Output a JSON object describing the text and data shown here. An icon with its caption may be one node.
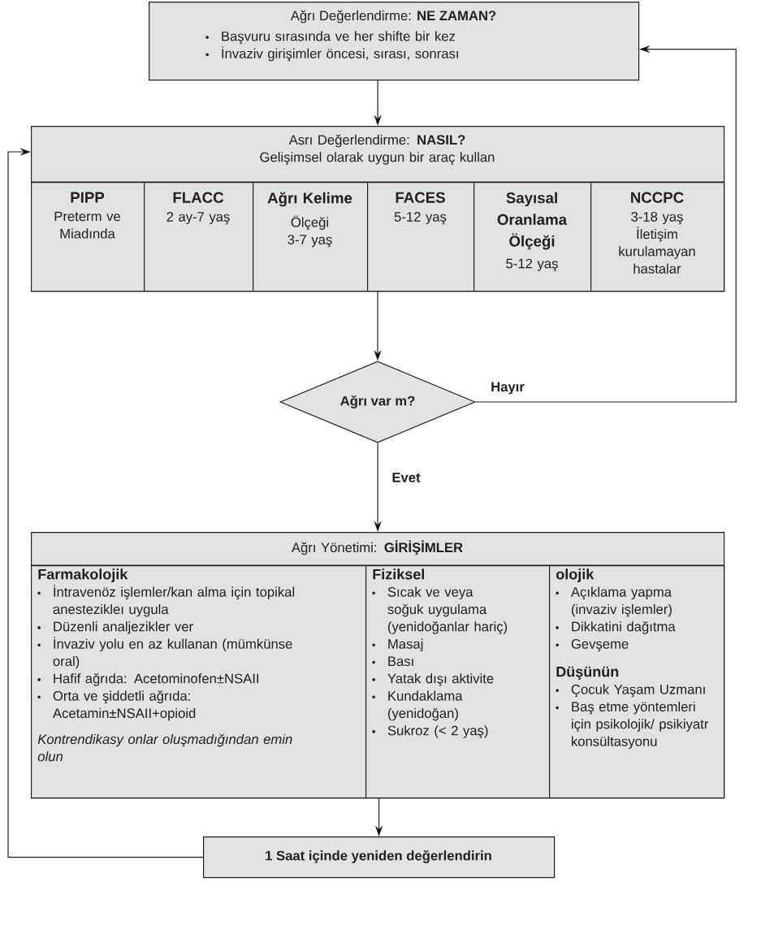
{
  "diagram": {
    "nodes": [
      {
        "text": [
          "Ağrı Değerlendirme: **NE ZAMAN?**",
          "Başvuru sırasında ve her shifte bir kez",
          "İnvaziv girişimler öncesi, sırası, sonrası"
        ]
      },
      {
        "text": [
          "Asrı Değerlendirme: **NASIL?**",
          "Gelişimsel olarak uygun bir araç kullan"
        ]
      },
      {
        "text": [
          "PIPP",
          "Preterm ve Miadında"
        ],
        "in": 1
      },
      {
        "text": [
          "FLACC",
          "2 ay-7 yaş"
        ],
        "in": 1
      },
      {
        "text": [
          "Ağrı Kelime",
          "Ölçeği 3-7 yaş"
        ],
        "in": 1
      },
      {
        "text": [
          "FACES",
          "5-12 yaş"
        ],
        "in": 1
      },
      {
        "text": [
          "Sayısal Oranlama Ölçeği",
          "5-12 yaş"
        ],
        "in": 1
      },
      {
        "text": [
          "NCCPC",
          "3-18 yaş İletişim kurulamayan hastalar"
        ],
        "in": 1
      },
      {
        "text": [
          "Ağrı var m?"
        ]
      },
      {
        "text": [
          "Ağrı Yönetimi: **GİRİŞİMLER**"
        ]
      },
      {
        "text": [
          "Farmakolojik",
          "İntravenöz işlemler/kan alma için topikal anestezikleı uygula",
          "Düzenli analjezikler ver",
          "İnvaziv yolu en az kullanan (mümkünse oral)",
          "Hafif ağrıda: Acetominofen±NSAII",
          "Orta ve şiddetli ağrıda: Acetamin±NSAII+opioid",
          "Kontrendikasy onlar oluşmadığından emin olun"
        ],
        "in": 9
      },
      {
        "text": [
          "Fiziksel",
          "Sıcak ve veya soğuk uygulama (yenidoğanlar hariç)",
          "Masaj",
          "Bası",
          "Yatak dışı aktivite",
          "Kundaklama (yenidoğan)",
          "Sukroz (< 2 yaş)"
        ],
        "in": 9
      },
      {
        "text": [
          "olojik",
          "Açıklama yapma (invaziv işlemler)",
          "Dikkatini dağıtma",
          "Gevşeme",
          "Düşünün",
          "Çocuk Yaşam Uzmanı",
          "Baş etme yöntemleri için psikolojik/ psikiyatr konsültasyonu"
        ],
        "in": 9
      },
      {
        "text": [
          "1 Saat içinde yeniden değerlendirin"
        ]
      }
    ],
    "edges": [
      {
        "from": 0,
        "to": 1,
        "arrow": "to"
      },
      {
        "from": 1,
        "to": 8,
        "arrow": "to"
      },
      {
        "from": 8,
        "to": 0,
        "arrow": "to",
        "label": "Hayır"
      },
      {
        "from": 8,
        "to": 9,
        "arrow": "to",
        "label": "Evet"
      },
      {
        "from": 9,
        "to": 13,
        "arrow": "to"
      },
      {
        "from": 13,
        "to": 1,
        "arrow": "to"
      }
    ]
  }
}
